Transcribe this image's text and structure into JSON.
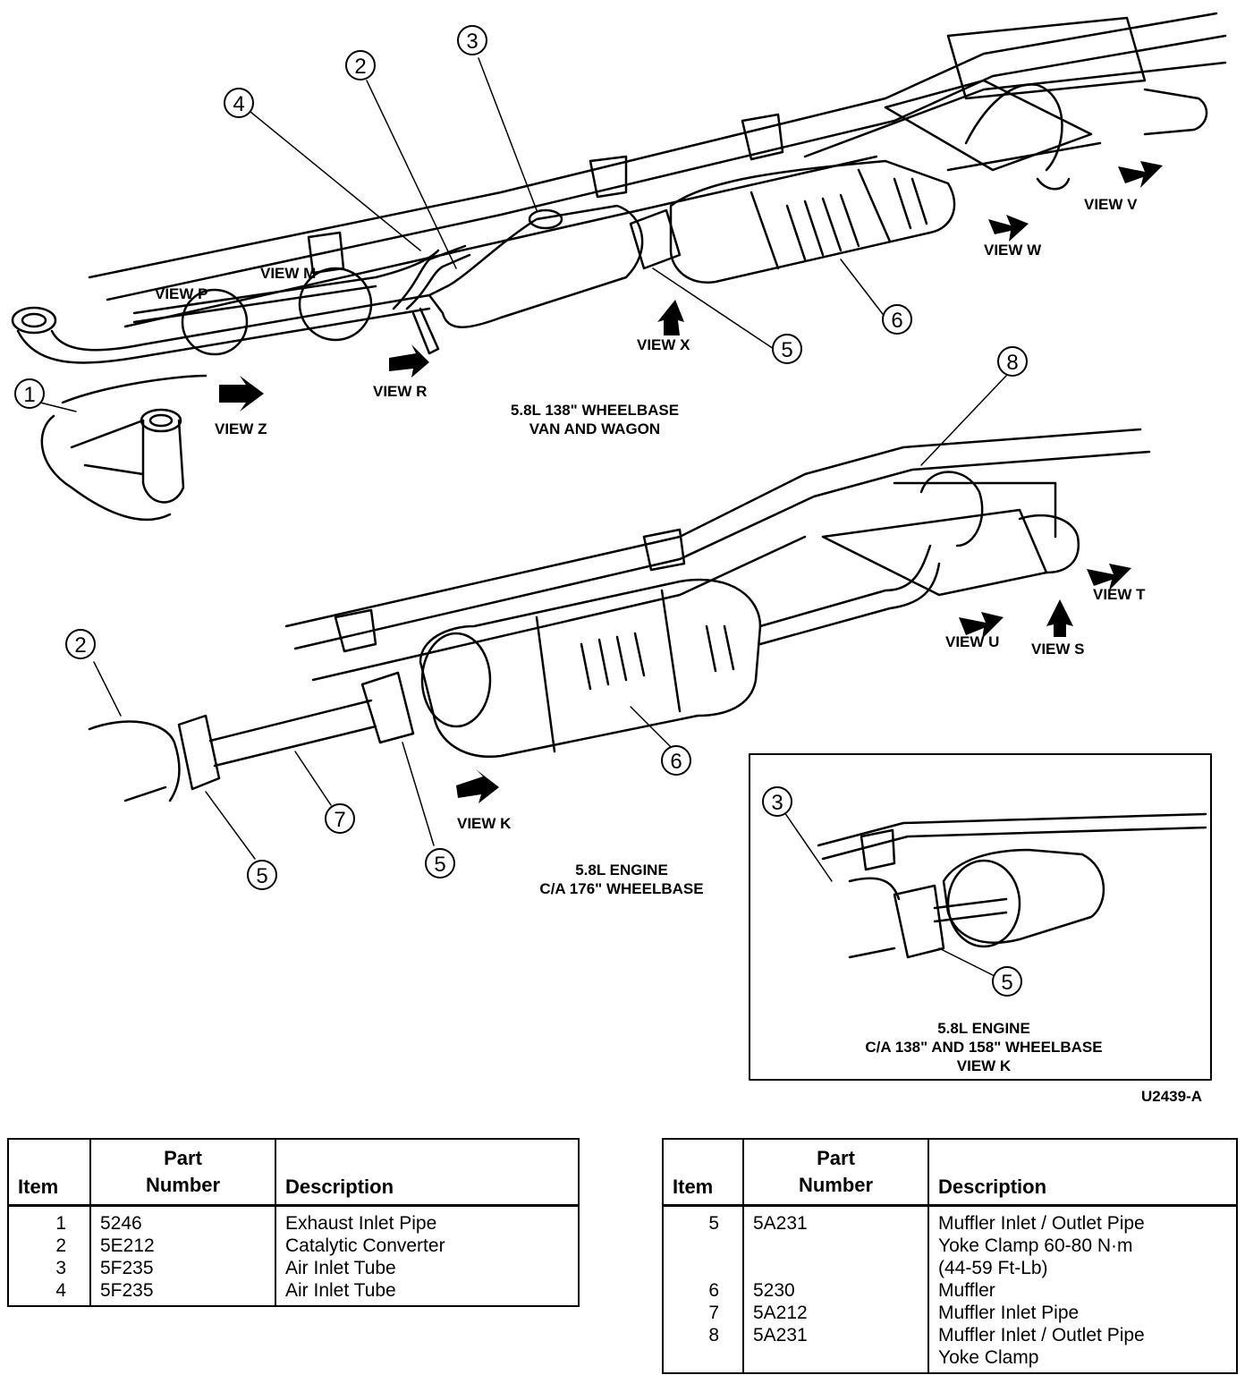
{
  "diagram": {
    "view_labels": [
      "VIEW P",
      "VIEW M",
      "VIEW R",
      "VIEW Z",
      "VIEW X",
      "VIEW W",
      "VIEW V",
      "VIEW T",
      "VIEW U",
      "VIEW S",
      "VIEW K",
      "VIEW K"
    ],
    "callouts": [
      "1",
      "2",
      "3",
      "4",
      "5",
      "6",
      "8",
      "2",
      "7",
      "5",
      "5",
      "6",
      "3",
      "5"
    ],
    "captions": {
      "top": [
        "5.8L 138\" WHEELBASE",
        "VAN AND WAGON"
      ],
      "middle": [
        "5.8L ENGINE",
        "C/A 176\" WHEELBASE"
      ],
      "inset": [
        "5.8L ENGINE",
        "C/A 138\" AND 158\" WHEELBASE",
        "VIEW K"
      ]
    },
    "figure_code": "U2439-A"
  },
  "tables": {
    "headers": {
      "item": "Item",
      "part_line1": "Part",
      "part_line2": "Number",
      "description": "Description"
    },
    "left": [
      {
        "item": "1",
        "part": "5246",
        "desc": [
          "Exhaust Inlet Pipe"
        ]
      },
      {
        "item": "2",
        "part": "5E212",
        "desc": [
          "Catalytic Converter"
        ]
      },
      {
        "item": "3",
        "part": "5F235",
        "desc": [
          "Air Inlet Tube"
        ]
      },
      {
        "item": "4",
        "part": "5F235",
        "desc": [
          "Air Inlet Tube"
        ]
      }
    ],
    "right": [
      {
        "item": "5",
        "part": "5A231",
        "desc": [
          "Muffler Inlet / Outlet Pipe",
          "Yoke Clamp 60-80 N·m",
          "(44-59 Ft-Lb)"
        ]
      },
      {
        "item": "6",
        "part": "5230",
        "desc": [
          "Muffler"
        ]
      },
      {
        "item": "7",
        "part": "5A212",
        "desc": [
          "Muffler Inlet Pipe"
        ]
      },
      {
        "item": "8",
        "part": "5A231",
        "desc": [
          "Muffler Inlet / Outlet Pipe",
          "Yoke Clamp"
        ]
      }
    ]
  }
}
